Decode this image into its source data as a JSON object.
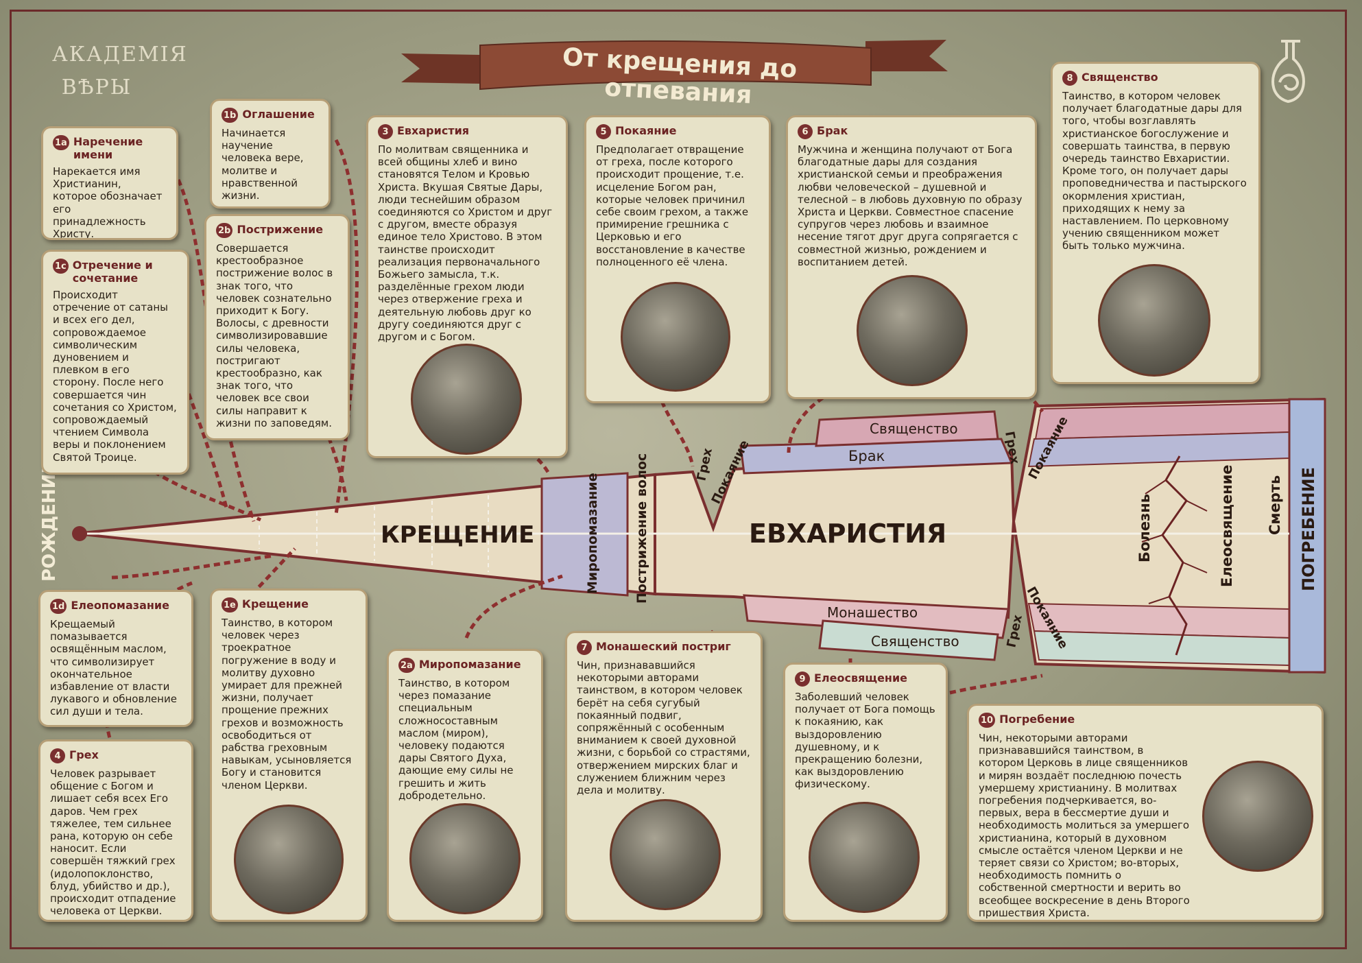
{
  "logo": {
    "line1": "АКАДЕМІЯ",
    "line2": "ВѢРЫ"
  },
  "title": "От крещения до отпевания",
  "diagram": {
    "birth": "РОЖДЕНИЕ",
    "baptism": "КРЕЩЕНИЕ",
    "chrismation": "Миропомазание",
    "tonsure": "Пострижение волос",
    "sin": "Грех",
    "repentance": "Покаяние",
    "eucharist": "ЕВХАРИСТИЯ",
    "priesthood": "Священство",
    "marriage": "Брак",
    "monasticism": "Монашество",
    "illness": "Болезнь",
    "unction": "Елеосвящение",
    "death": "Смерть",
    "burial": "ПОГРЕБЕНИЕ"
  },
  "cards": {
    "c1a": {
      "num": "1a",
      "title": "Наречение имени",
      "text": "Нарекается имя Христианин, которое обозначает его принадлежность Христу."
    },
    "c1b": {
      "num": "1b",
      "title": "Оглашение",
      "text": "Начинается научение человека вере, молитве и нравственной жизни."
    },
    "c1c": {
      "num": "1c",
      "title": "Отречение и сочетание",
      "text": "Происходит отречение от сатаны и всех его дел, сопровождаемое символическим дуновением и плевком в его сторону. После него совершается чин сочетания со Христом, сопровождаемый чтением Символа веры и поклонением Святой Троице."
    },
    "c2b": {
      "num": "2b",
      "title": "Пострижение",
      "text": "Совершается крестообразное пострижение волос в знак того, что человек сознательно приходит к Богу. Волосы, с древности символизировавшие силы человека, постригают крестообразно, как знак того, что человек все свои силы направит к жизни по заповедям."
    },
    "c3": {
      "num": "3",
      "title": "Евхаристия",
      "text": "По молитвам священника и всей общины хлеб и вино становятся Телом и Кровью Христа. Вкушая Святые Дары, люди теснейшим образом соединяются со Христом и друг с другом, вместе образуя единое тело Христово. В этом таинстве происходит реализация первоначального Божьего замысла, т.к. разделённые грехом люди через отвержение греха и деятельную любовь друг ко другу соединяются друг с другом и с Богом."
    },
    "c5": {
      "num": "5",
      "title": "Покаяние",
      "text": "Предполагает отвращение от греха, после которого происходит прощение, т.е. исцеление Богом ран, которые человек причинил себе своим грехом, а также примирение грешника с Церковью и его восстановление в качестве полноценного её члена."
    },
    "c6": {
      "num": "6",
      "title": "Брак",
      "text": "Мужчина и женщина получают от Бога благодатные дары для создания христианской семьи и преображения любви человеческой – душевной и телесной – в любовь духовную по образу Христа и Церкви. Совместное спасение супругов через любовь и взаимное несение тягот друг друга сопрягается с совместной жизнью, рождением и воспитанием детей."
    },
    "c8": {
      "num": "8",
      "title": "Священство",
      "text": "Таинство, в котором человек получает благодатные дары для того, чтобы возглавлять христианское богослужение и совершать таинства, в первую очередь таинство Евхаристии. Кроме того, он получает дары проповедничества и пастырского окормления христиан, приходящих к нему за наставлением. По церковному учению священником может быть только мужчина."
    },
    "c1d": {
      "num": "1d",
      "title": "Елеопомазание",
      "text": "Крещаемый помазывается освящённым маслом, что символизирует окончательное избавление от власти лукавого и обновление сил души и тела."
    },
    "c1e": {
      "num": "1e",
      "title": "Крещение",
      "text": "Таинство, в котором человек через троекратное погружение в воду и молитву духовно умирает для прежней жизни, получает прощение прежних грехов и возможность освободиться от рабства греховным навыкам, усыновляется Богу и становится членом Церкви."
    },
    "c2a": {
      "num": "2a",
      "title": "Миропомазание",
      "text": "Таинство, в котором через помазание специальным сложносоставным маслом (миром), человеку подаются дары Святого Духа, дающие ему силы не грешить и жить добродетельно."
    },
    "c7": {
      "num": "7",
      "title": "Монашеский постриг",
      "text": "Чин, признававшийся некоторыми авторами таинством, в котором человек берёт на себя сугубый покаянный подвиг, сопряжённый с особенным вниманием к своей духовной жизни, с борьбой со страстями, отвержением мирских благ и служением ближним через дела и молитву."
    },
    "c9": {
      "num": "9",
      "title": "Елеосвящение",
      "text": "Заболевший человек получает от Бога помощь к покаянию, как выздоровлению душевному, и к прекращению болезни, как выздоровлению физическому."
    },
    "c4": {
      "num": "4",
      "title": "Грех",
      "text": "Человек разрывает общение с Богом и лишает себя всех Его даров. Чем грех тяжелее, тем сильнее рана, которую он себе наносит. Если совершён тяжкий грех (идолопоклонство, блуд, убийство и др.), происходит отпадение человека от Церкви."
    },
    "c10": {
      "num": "10",
      "title": "Погребение",
      "text": "Чин, некоторыми авторами признававшийся таинством, в котором Церковь в лице священников и мирян воздаёт последнюю почесть умершему христианину. В молитвах погребения подчеркивается, во-первых, вера в бессмертие души и необходимость молиться за умершего христианина, который в духовном смысле остаётся членом Церкви и не теряет связи со Христом; во-вторых, необходимость помнить о собственной смертности и верить во всеобщее воскресение в день Второго пришествия Христа."
    }
  },
  "colors": {
    "frame": "#6b2a2a",
    "card_bg": "#e7e2c8",
    "card_border": "#b69f77",
    "accent": "#7a2f2f",
    "band_bg": "#e8dcc2",
    "priesthood_band": "#d7a7b3",
    "marriage_band": "#b7b9d6",
    "monastic_band": "#e2bcc0",
    "lower_band": "#c9dcd2"
  }
}
